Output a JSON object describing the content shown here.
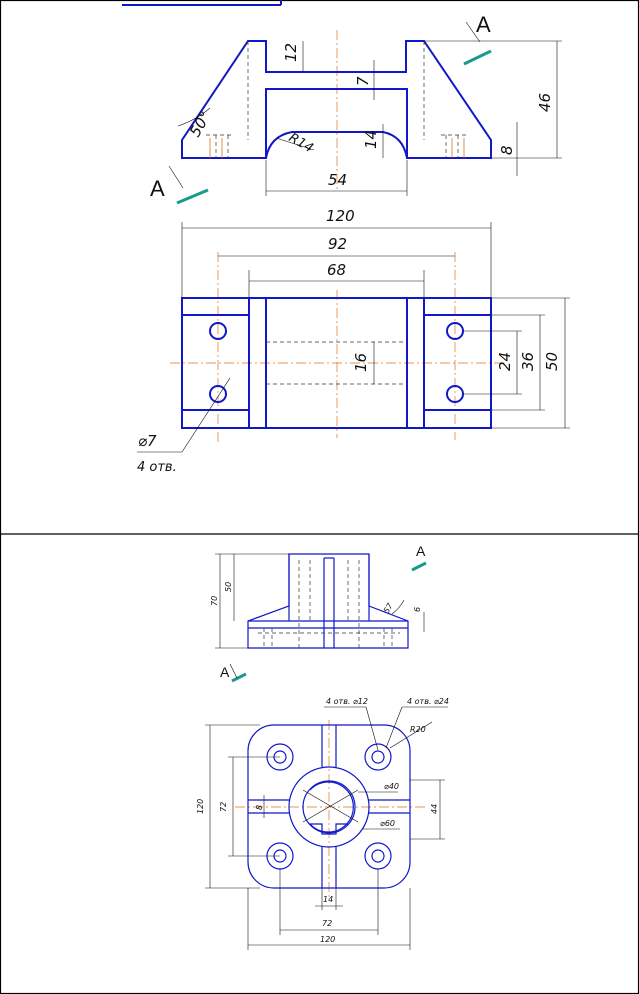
{
  "sheet1": {
    "section_label": "A",
    "dims": {
      "d12": "12",
      "d7": "7",
      "d46": "46",
      "d14": "14",
      "d8": "8",
      "angle": "50°",
      "radius": "R14",
      "d54": "54",
      "d120": "120",
      "d92": "92",
      "d68": "68",
      "d16": "16",
      "d24": "24",
      "d36": "36",
      "d50": "50",
      "hole_dia": "⌀7",
      "hole_count": "4 отв."
    }
  },
  "sheet2": {
    "section_label": "A",
    "dims": {
      "d70": "70",
      "d50": "50",
      "angle": "57",
      "d6": "6",
      "holes12": "4 отв. ⌀12",
      "holes24": "4 отв. ⌀24",
      "r20": "R20",
      "d40": "⌀40",
      "d60": "⌀60",
      "d120v": "120",
      "d72v": "72",
      "d8": "8",
      "d44": "44",
      "d14": "14",
      "d72h": "72",
      "d120h": "120"
    }
  },
  "colors": {
    "contour": "#1018c8",
    "centerline": "#e0701a",
    "cutting_plane": "#1a9a8a"
  }
}
